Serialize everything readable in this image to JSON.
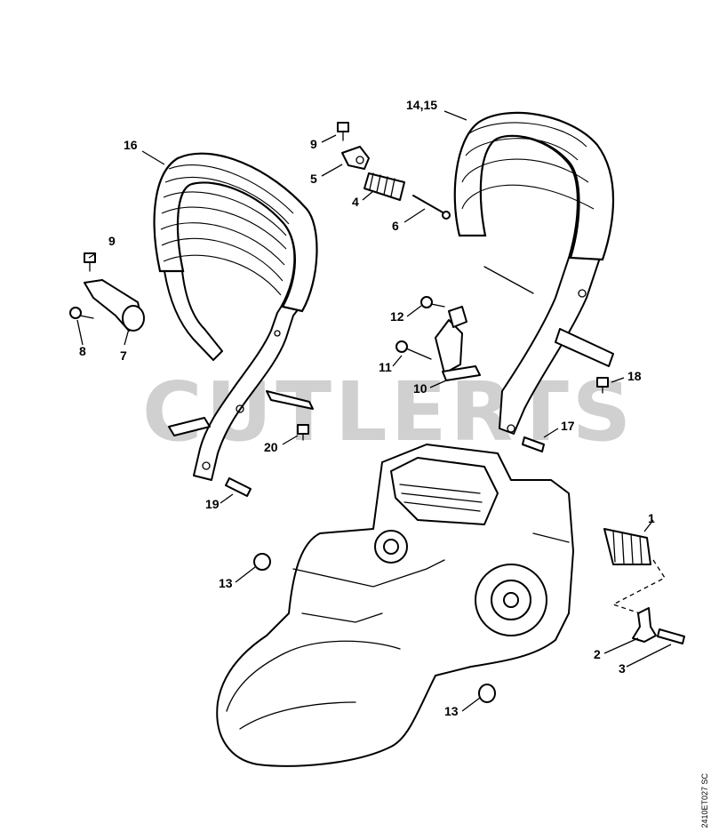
{
  "watermark": "CUTLERTS",
  "drawing_code": "2410ET027 SC",
  "labels": [
    "16",
    "14,15",
    "9",
    "5",
    "4",
    "6",
    "9",
    "7",
    "8",
    "12",
    "11",
    "10",
    "18",
    "17",
    "20",
    "19",
    "1",
    "13",
    "2",
    "3",
    "13"
  ]
}
